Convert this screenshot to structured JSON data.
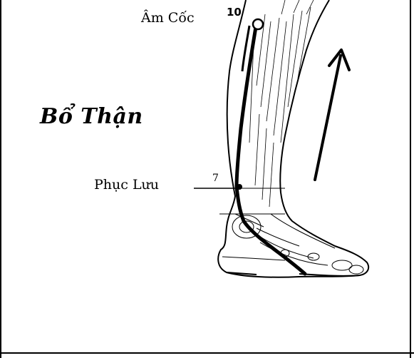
{
  "title": "Bổ Thận",
  "points": {
    "am_coc": {
      "label": "Âm Cốc",
      "number": "10"
    },
    "phuc_luu": {
      "label": "Phục Lưu",
      "number": "7"
    }
  },
  "colors": {
    "ink": "#000000",
    "background": "#ffffff"
  },
  "icons": {
    "direction": "arrow-up-icon"
  }
}
